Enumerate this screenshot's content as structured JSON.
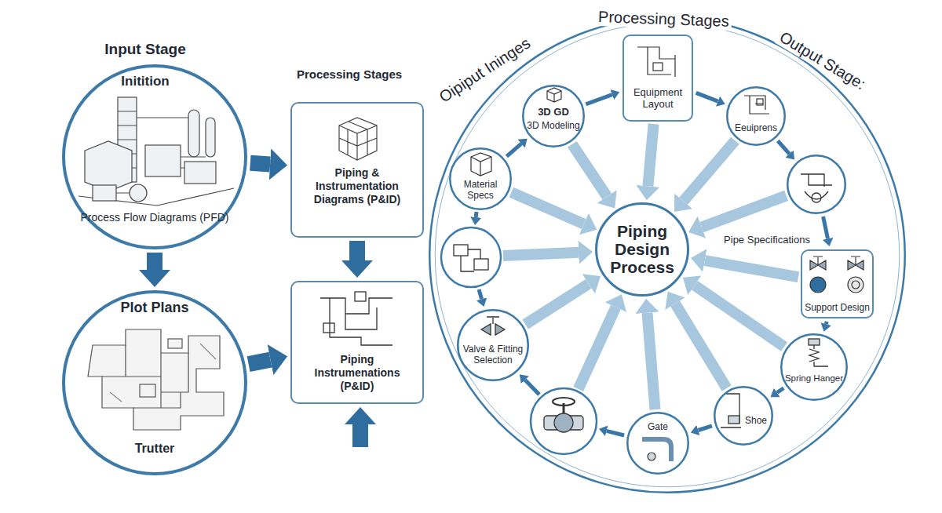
{
  "diagram": {
    "nodes": [
      {
        "text": [
          "Input Stage",
          "Initition",
          "Process Flow Diagrams (PFD)"
        ]
      },
      {
        "text": [
          "Plot Plans",
          "Trutter"
        ]
      },
      {
        "text": [
          "Piping & Instrumentation Diagrams (P&ID)"
        ]
      },
      {
        "text": [
          "Piping Instrumenations (P&ID)"
        ]
      },
      {
        "text": [
          "Oipiput Ininges",
          "Processing Stages",
          "Output Stage:"
        ]
      },
      {
        "text": [
          "Piping Design Process"
        ],
        "in": 4
      },
      {
        "text": [
          "3D GD",
          "3D Modeling"
        ],
        "in": 4
      },
      {
        "text": [
          "Equipment Layout"
        ],
        "in": 4
      },
      {
        "text": [
          "Eeuiprens"
        ],
        "in": 4
      },
      {
        "text": [
          "Pipe Specifications"
        ],
        "in": 4
      },
      {
        "text": [
          "Support Design"
        ],
        "in": 4
      },
      {
        "text": [
          "Spring Hanger"
        ],
        "in": 4
      },
      {
        "text": [
          "Shoe"
        ],
        "in": 4
      },
      {
        "text": [
          "Gate"
        ],
        "in": 4
      },
      {
        "text": [
          "Valve & Fitting Selection"
        ],
        "in": 4
      },
      {
        "text": [
          "Material Specs"
        ],
        "in": 4
      }
    ],
    "edges": [
      {
        "from": 0,
        "to": 1,
        "arrow": "to"
      },
      {
        "from": 0,
        "to": 2,
        "arrow": "to"
      },
      {
        "from": 1,
        "to": 3,
        "arrow": "to"
      },
      {
        "from": 2,
        "to": 3,
        "arrow": "to"
      },
      {
        "from": 15,
        "to": 6,
        "arrow": "to"
      },
      {
        "from": 6,
        "to": 7,
        "arrow": "to"
      },
      {
        "from": 7,
        "to": 8,
        "arrow": "to"
      },
      {
        "from": 8,
        "to": 9,
        "arrow": "to"
      },
      {
        "from": 9,
        "to": 10,
        "arrow": "to"
      },
      {
        "from": 10,
        "to": 11,
        "arrow": "to"
      },
      {
        "from": 11,
        "to": 12,
        "arrow": "to"
      },
      {
        "from": 12,
        "to": 13,
        "arrow": "to"
      },
      {
        "from": 6,
        "to": 5,
        "arrow": "to"
      },
      {
        "from": 7,
        "to": 5,
        "arrow": "to"
      },
      {
        "from": 8,
        "to": 5,
        "arrow": "to"
      },
      {
        "from": 9,
        "to": 5,
        "arrow": "to"
      },
      {
        "from": 10,
        "to": 5,
        "arrow": "to"
      },
      {
        "from": 11,
        "to": 5,
        "arrow": "to"
      },
      {
        "from": 12,
        "to": 5,
        "arrow": "to"
      },
      {
        "from": 13,
        "to": 5,
        "arrow": "to"
      },
      {
        "from": 14,
        "to": 5,
        "arrow": "to"
      },
      {
        "from": 15,
        "to": 5,
        "arrow": "to"
      }
    ],
    "labels": [
      "Processing Stages"
    ]
  }
}
